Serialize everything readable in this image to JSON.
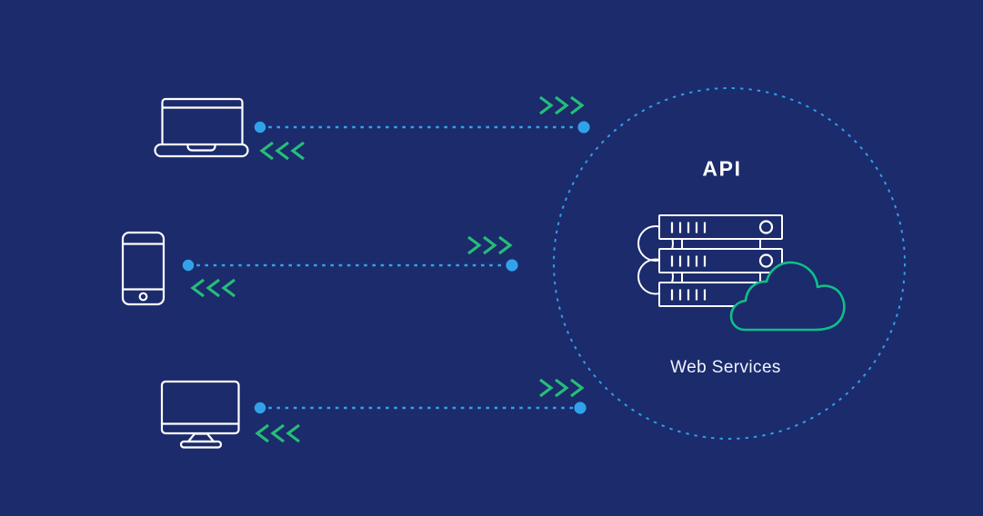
{
  "api_circle": {
    "title": "API",
    "subtitle": "Web Services",
    "icons": [
      "server-stack-icon",
      "cloud-icon"
    ]
  },
  "clients": [
    {
      "id": "laptop",
      "icon": "laptop-icon"
    },
    {
      "id": "smartphone",
      "icon": "smartphone-icon"
    },
    {
      "id": "desktop-monitor",
      "icon": "desktop-monitor-icon"
    }
  ],
  "connections": [
    {
      "from": "laptop",
      "to": "api",
      "request_arrows": "right",
      "response_arrows": "left",
      "style": "dotted"
    },
    {
      "from": "smartphone",
      "to": "api",
      "request_arrows": "right",
      "response_arrows": "left",
      "style": "dotted"
    },
    {
      "from": "desktop-monitor",
      "to": "api",
      "request_arrows": "right",
      "response_arrows": "left",
      "style": "dotted"
    }
  ],
  "server": {
    "rack_count": 3
  },
  "colors": {
    "background": "#1b2b6c",
    "connection_blue": "#31a2ea",
    "boundary_circle_blue": "#2f9ee8",
    "arrow_green": "#26bd78",
    "cloud_green": "#0fbf88",
    "device_stroke": "#ffffff",
    "text": "#ffffff"
  }
}
